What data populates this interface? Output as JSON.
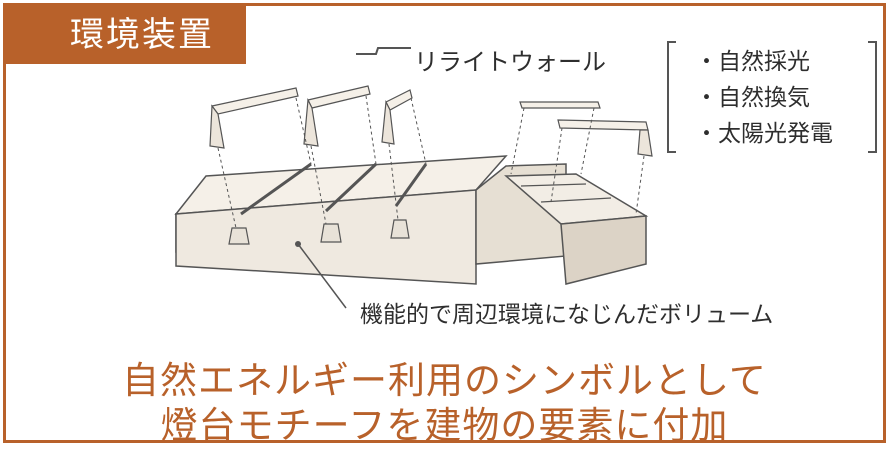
{
  "title": "環境装置",
  "labels": {
    "top": "リライトウォール",
    "bottom": "機能的で周辺環境になじんだボリューム"
  },
  "benefits": [
    "・自然採光",
    "・自然換気",
    "・太陽光発電"
  ],
  "caption": {
    "line1": "自然エネルギー利用のシンボルとして",
    "line2": "燈台モチーフを建物の要素に付加"
  },
  "colors": {
    "accent": "#b8612a",
    "outline": "#555555",
    "building": "#efe9e0",
    "building_dark": "#dcd3c6"
  }
}
